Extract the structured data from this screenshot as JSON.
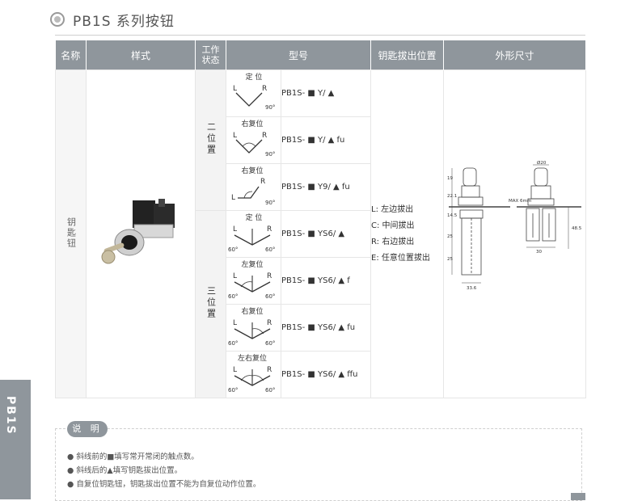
{
  "header": {
    "title": "PB1S 系列按钮"
  },
  "table": {
    "headers": {
      "name": "名称",
      "style": "样式",
      "state": "工作状态",
      "model": "型号",
      "key_out": "钥匙拔出位置",
      "dims": "外形尺寸"
    },
    "category": "钥匙钮",
    "groups": [
      {
        "label": "二位置"
      },
      {
        "label": "三位置"
      }
    ],
    "rows": [
      {
        "diagram": {
          "label": "定 位",
          "l": "L",
          "r": "R",
          "angles": [
            "90°"
          ]
        },
        "model": "PB1S- ■ Y/ ▲"
      },
      {
        "diagram": {
          "label": "右复位",
          "l": "L",
          "r": "R",
          "angles": [
            "90°"
          ]
        },
        "model": "PB1S- ■ Y/ ▲ fu"
      },
      {
        "diagram": {
          "label": "右复位",
          "l": "L",
          "r": "R",
          "angles": [
            "90°"
          ]
        },
        "model": "PB1S- ■ Y9/ ▲ fu"
      },
      {
        "diagram": {
          "label": "定 位",
          "l": "L",
          "r": "R",
          "angles": [
            "60°",
            "60°"
          ]
        },
        "model": "PB1S- ■ YS6/ ▲"
      },
      {
        "diagram": {
          "label": "左复位",
          "l": "L",
          "r": "R",
          "angles": [
            "60°",
            "60°"
          ]
        },
        "model": "PB1S- ■ YS6/ ▲ f"
      },
      {
        "diagram": {
          "label": "右复位",
          "l": "L",
          "r": "R",
          "angles": [
            "60°",
            "60°"
          ]
        },
        "model": "PB1S- ■ YS6/ ▲ fu"
      },
      {
        "diagram": {
          "label": "左右复位",
          "l": "L",
          "r": "R",
          "angles": [
            "60°",
            "60°"
          ]
        },
        "model": "PB1S- ■ YS6/ ▲ ffu"
      }
    ],
    "key_out_positions": [
      "L: 左边拔出",
      "C: 中间拔出",
      "R: 右边拔出",
      "E:  任意位置拔出"
    ],
    "dimension_labels": {
      "top_dia": "Ø20",
      "max": "MAX 6mm",
      "h19": "19",
      "h22": "22.1",
      "h14": "14.5",
      "h25a": "25",
      "h25b": "25",
      "w33": "33.6",
      "w30": "30",
      "h48": "48.5"
    }
  },
  "side_tab": {
    "label": "PB1S"
  },
  "notes": {
    "title": "说 明",
    "items": [
      "斜线前的■填写常开常闭的触点数。",
      "斜线后的▲填写钥匙拔出位置。",
      "自复位钥匙钮，钥匙拔出位置不能为自复位动作位置。"
    ]
  },
  "colors": {
    "header_bg": "#8f969c",
    "border": "#e6e6e6",
    "text": "#333333"
  }
}
